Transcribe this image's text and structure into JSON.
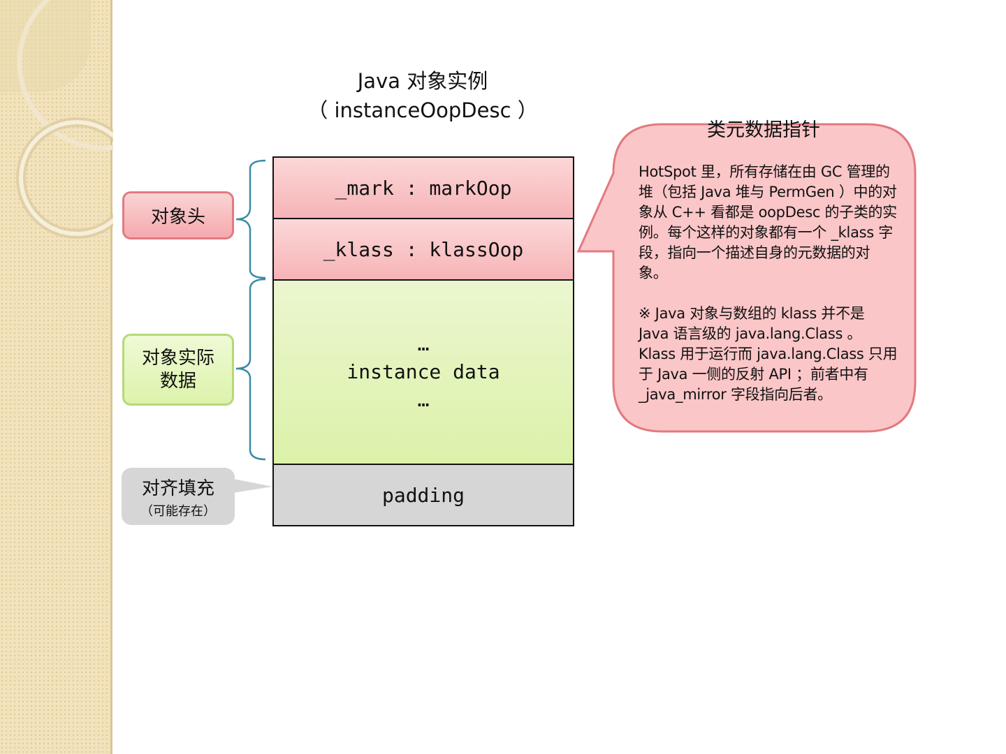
{
  "slide": {
    "title_line1": "Java 对象实例",
    "title_line2": "（ instanceOopDesc ）"
  },
  "layout_cells": {
    "mark": "_mark : markOop",
    "klass": "_klass : klassOop",
    "data_dots_top": "…",
    "data_text": "instance data",
    "data_dots_bottom": "…",
    "padding": "padding"
  },
  "labels": {
    "header": "对象头",
    "data_line1": "对象实际",
    "data_line2": "数据",
    "padding": "对齐填充",
    "padding_sub": "（可能存在）"
  },
  "callout": {
    "title": "类元数据指针",
    "paragraph1": "HotSpot 里，所有存储在由 GC 管理的堆（包括 Java 堆与 PermGen ）中的对象从 C++ 看都是 oopDesc 的子类的实例。每个这样的对象都有一个 _klass 字段，指向一个描述自身的元数据的对象。",
    "paragraph2": "※ Java 对象与数组的 klass 并不是 Java 语言级的 java.lang.Class 。 Klass 用于运行而 java.lang.Class 只用于 Java 一侧的反射 API ；前者中有 _java_mirror 字段指向后者。"
  },
  "colors": {
    "header_fill": "#f6b4b7",
    "data_fill": "#dcf2a9",
    "padding_fill": "#d6d6d6",
    "brace": "#3a8aa6",
    "callout_border": "#e27a80"
  }
}
